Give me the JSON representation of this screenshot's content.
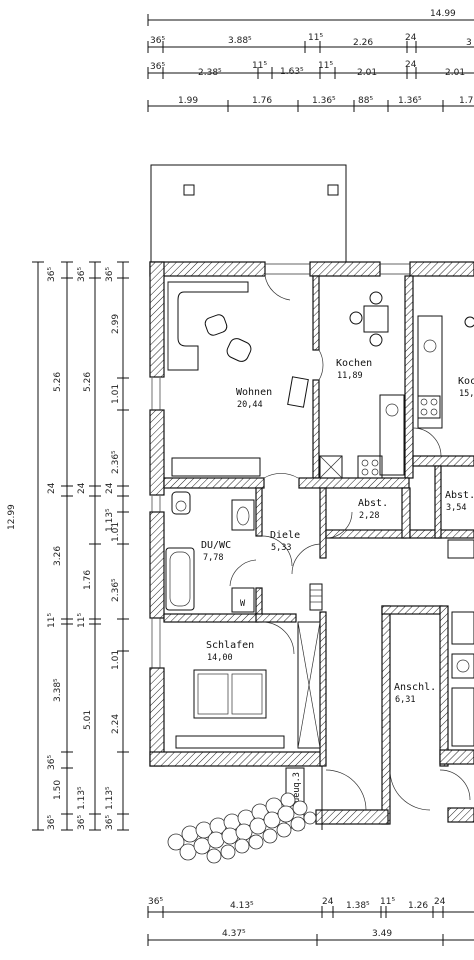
{
  "dims_top": {
    "row0": [
      "14.99"
    ],
    "row1": [
      "36⁵",
      "3.88⁵",
      "11⁵",
      "2.26",
      "24",
      "3"
    ],
    "row2": [
      "36⁵",
      "2.38⁵",
      "11⁵",
      "1.63⁵",
      "11⁵",
      "2.01",
      "24",
      "2.01"
    ],
    "row3": [
      "1.99",
      "1.76",
      "1.36⁵",
      "88⁵",
      "1.36⁵",
      "1.7"
    ]
  },
  "dims_left": {
    "total": "12.99",
    "col1": [
      "36⁵",
      "5.26",
      "24",
      "3.26",
      "11⁵",
      "3.38⁵",
      "36⁵",
      "1.50",
      "36⁵"
    ],
    "col2": [
      "36⁵",
      "5.26",
      "24",
      "1.76",
      "11⁵",
      "5.01",
      "1.13⁵",
      "36⁵"
    ],
    "col3": [
      "36⁵",
      "2.99",
      "1.01",
      "2.36⁵",
      "24",
      "1.13⁵",
      "1.01",
      "2.36⁵",
      "1.01",
      "2.24",
      "1.13⁵",
      "36⁵"
    ]
  },
  "dims_bottom": {
    "row1": [
      "36⁵",
      "4.13⁵",
      "24",
      "1.38⁵",
      "11⁵",
      "1.26",
      "24"
    ],
    "row2": [
      "4.37⁵",
      "3.49"
    ]
  },
  "rooms": {
    "wohnen": {
      "name": "Wohnen",
      "area": "20,44"
    },
    "kochen": {
      "name": "Kochen",
      "area": "11,89"
    },
    "koch2": {
      "name": "Koc",
      "area": "15,"
    },
    "abst1": {
      "name": "Abst.",
      "area": "2,28"
    },
    "abst2": {
      "name": "Abst.",
      "area": "3,54"
    },
    "duwc": {
      "name": "DU/WC",
      "area": "7,78"
    },
    "diele": {
      "name": "Diele",
      "area": "5,33"
    },
    "schlafen": {
      "name": "Schlafen",
      "area": "14,00"
    },
    "anschl": {
      "name": "Anschl.",
      "area": "6,31"
    }
  },
  "labels": {
    "w": "W",
    "ramp": "Gueuq.3"
  }
}
